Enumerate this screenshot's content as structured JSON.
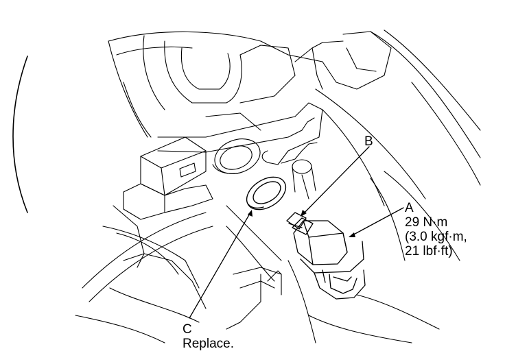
{
  "callouts": {
    "a": {
      "letter": "A",
      "lines": [
        "29 N·m",
        "(3.0 kgf·m,",
        "21 lbf·ft)"
      ]
    },
    "b": {
      "letter": "B"
    },
    "c": {
      "letter": "C",
      "note": "Replace."
    }
  },
  "colors": {
    "line": "#000000",
    "background": "#ffffff"
  }
}
